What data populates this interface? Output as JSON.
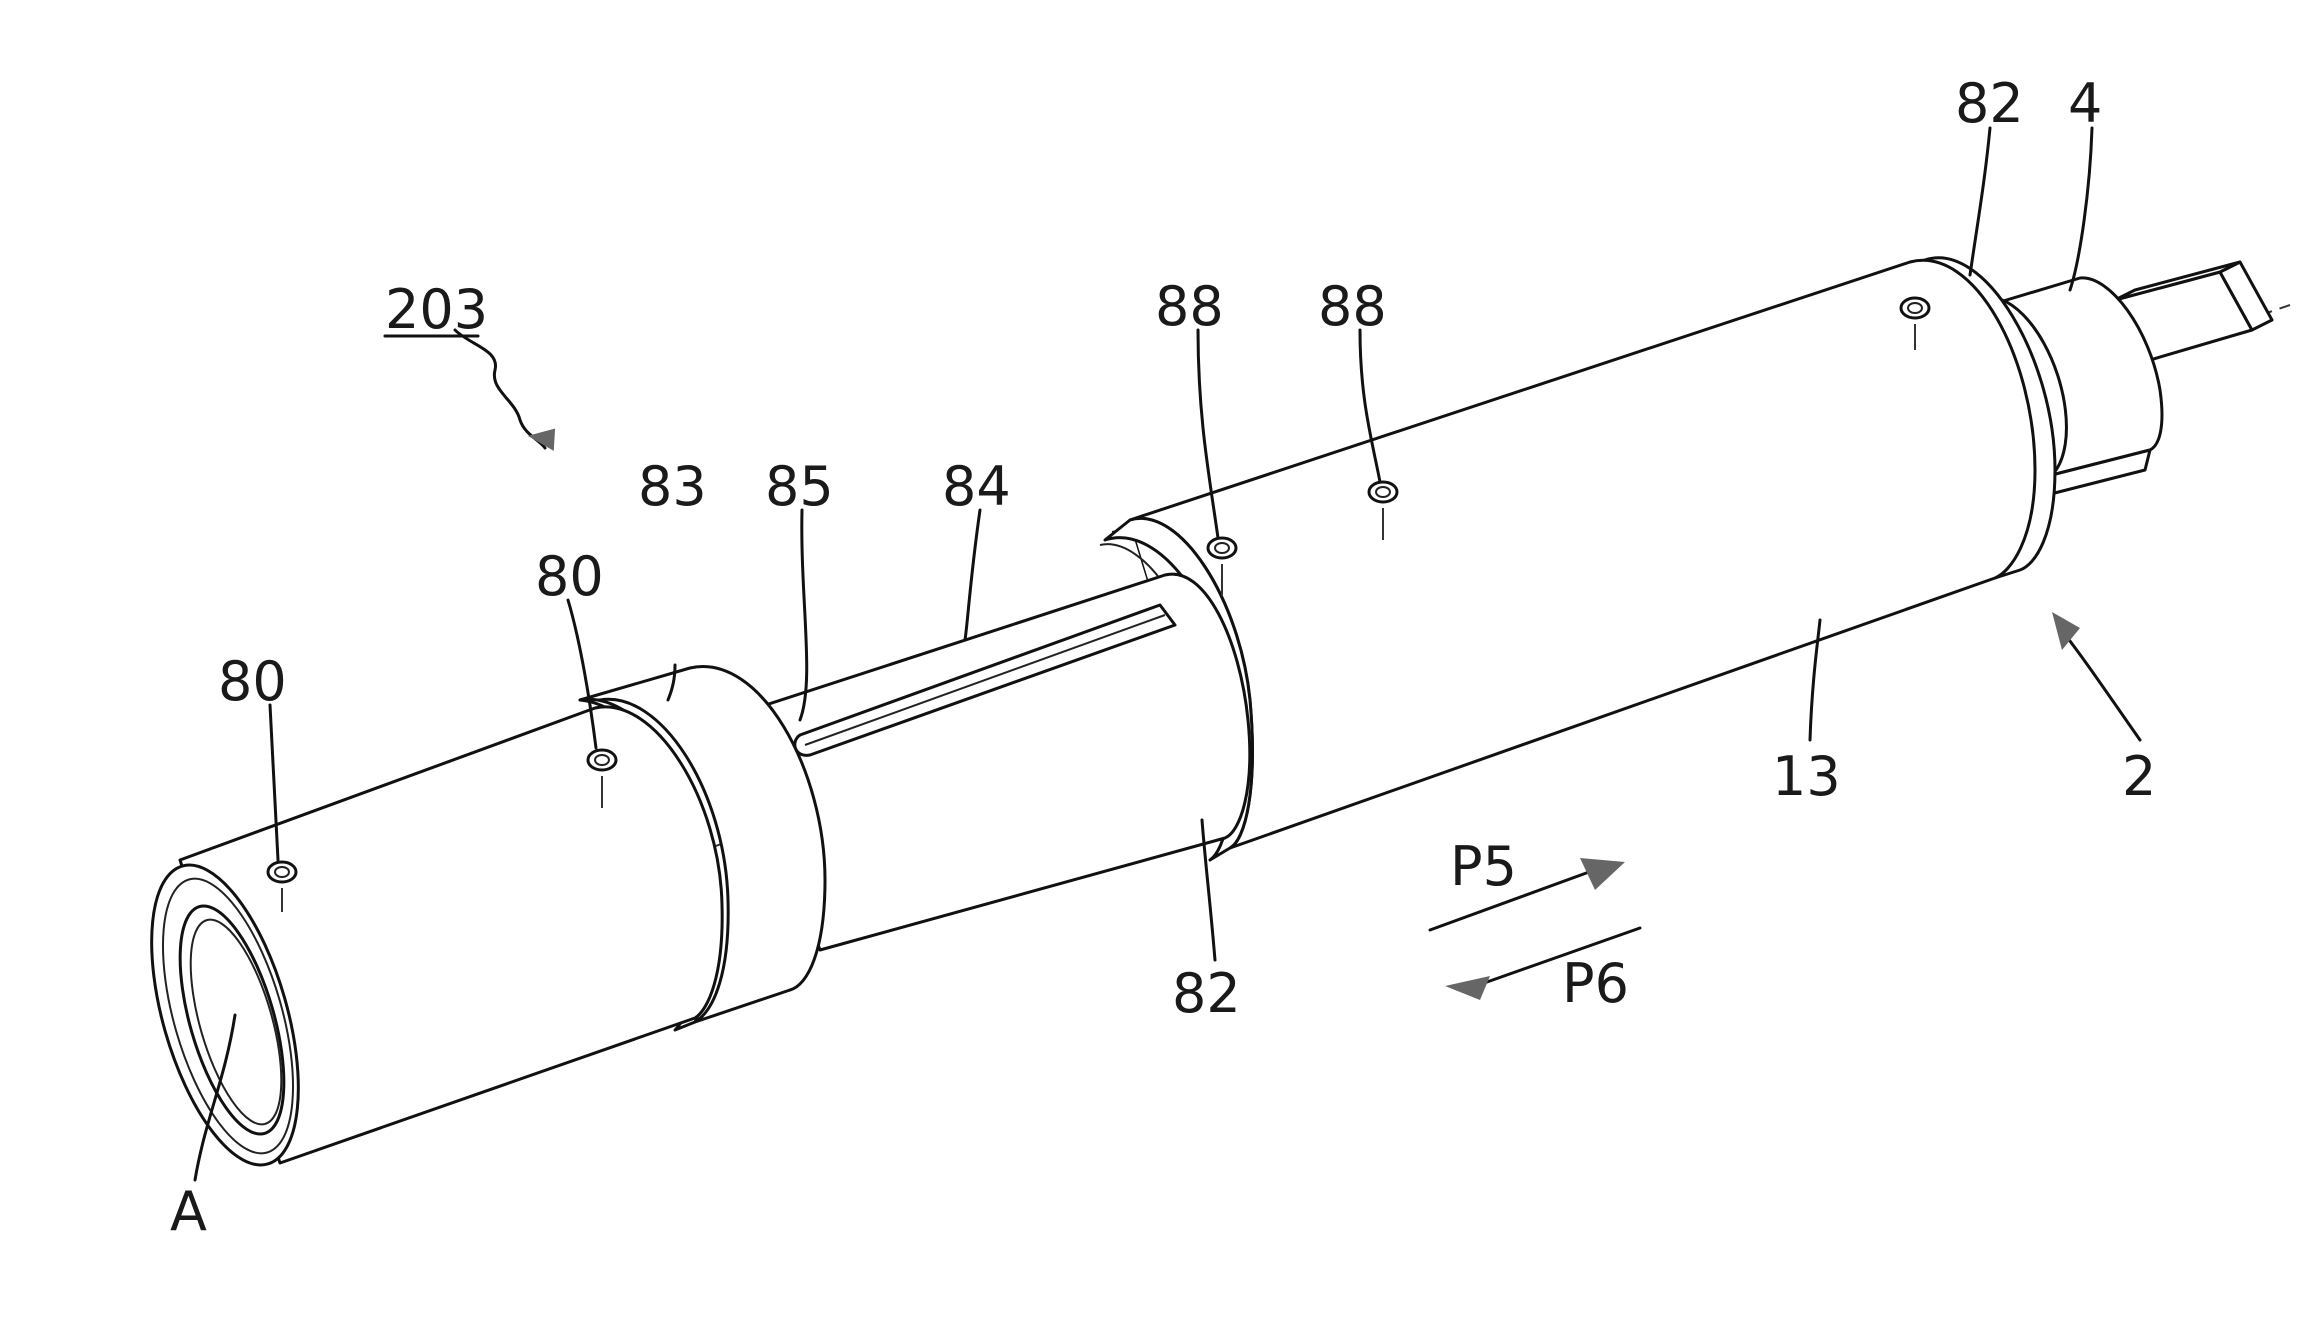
{
  "labels": {
    "ref_203": "203",
    "ref_80_left": "80",
    "ref_80_mid": "80",
    "ref_83": "83",
    "ref_85": "85",
    "ref_84": "84",
    "ref_88_left": "88",
    "ref_88_right": "88",
    "ref_82_top": "82",
    "ref_4": "4",
    "ref_13": "13",
    "ref_2": "2",
    "ref_82_bottom": "82",
    "ref_A": "A",
    "ref_P5": "P5",
    "ref_P6": "P6"
  }
}
